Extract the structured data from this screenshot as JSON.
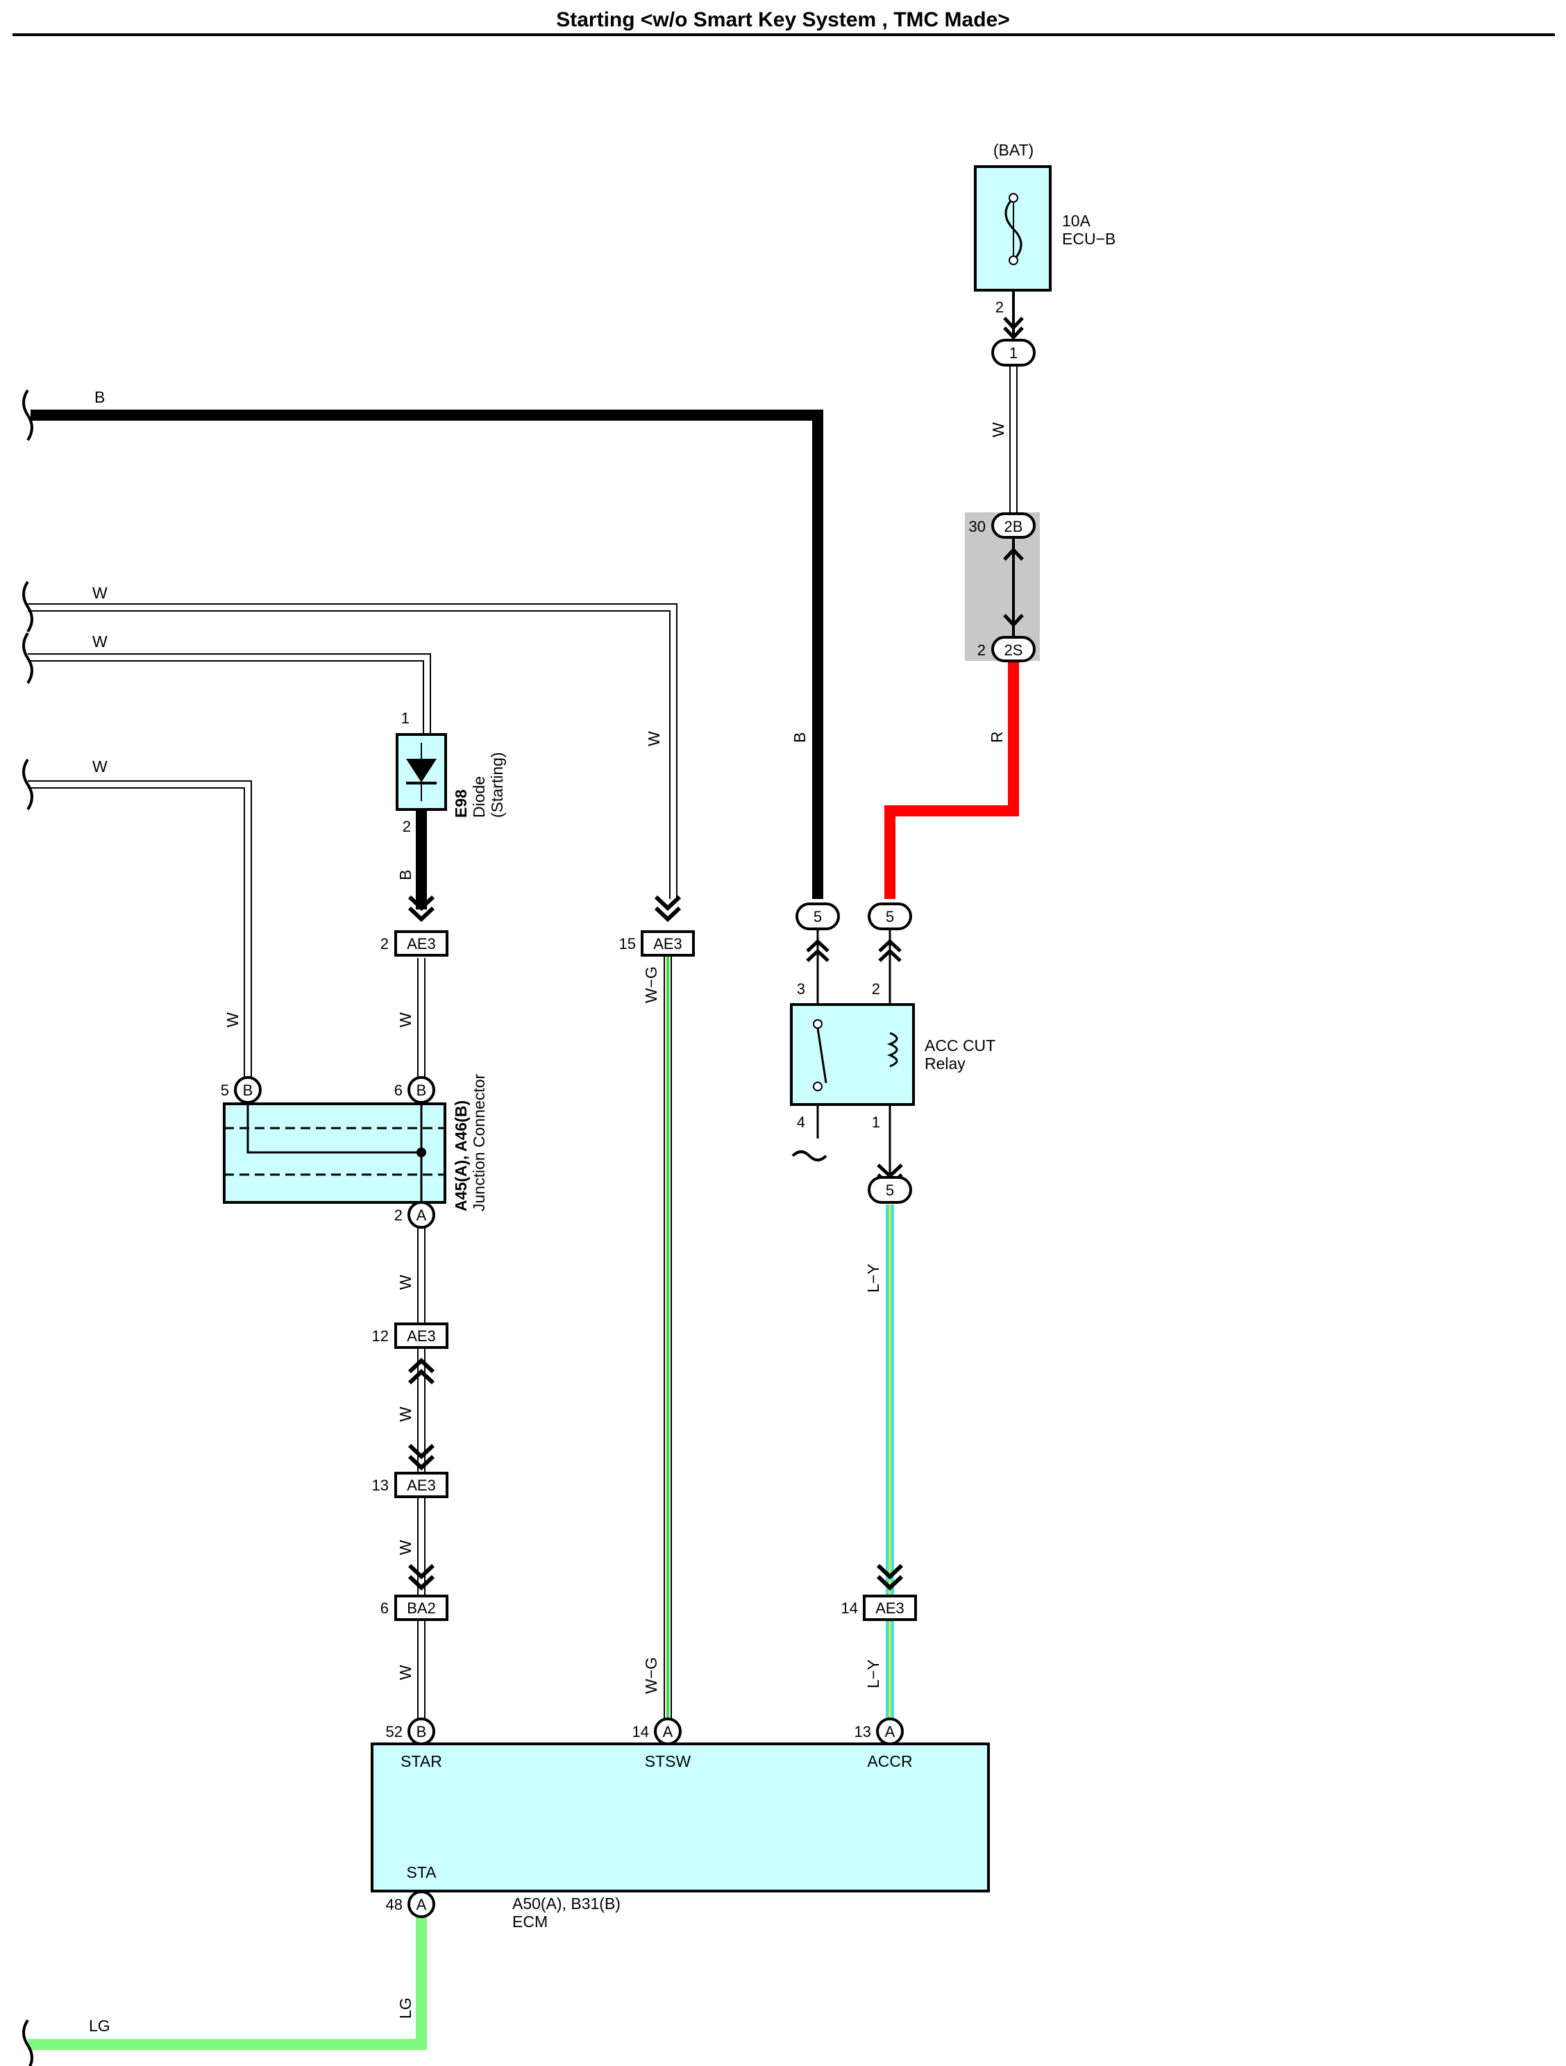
{
  "title": "Starting <w/o Smart Key System , TMC Made>",
  "colors": {
    "B": "#000000",
    "W": "#a0a0a0",
    "R": "#ff0000",
    "LG": "#7dfa7d",
    "W-G": "#3ed83e",
    "L-Y": "#3ee0f0",
    "L-Y-stripe": "#f0f000",
    "component_fill": "#ccffff",
    "junction_block_fill": "#c8c8c8"
  },
  "fuse": {
    "source": "(BAT)",
    "rating": "10A",
    "name": "ECU−B",
    "pin_out": "2",
    "connector": "1"
  },
  "junction_block": {
    "pin_top": "30",
    "label_top": "2B",
    "pin_bottom": "2",
    "label_bottom": "2S"
  },
  "wires": {
    "b_top": "B",
    "w1": "W",
    "w2": "W",
    "w3": "W",
    "w_fuse": "W",
    "r_relay": "R",
    "b_relay": "B",
    "w_stsw": "W",
    "b_diode": "B",
    "w_diode_jc": "W",
    "w_jc_left": "W",
    "w_jc_ae3_12": "W",
    "w_ae3_12_13": "W",
    "w_ae3_13_ba2": "W",
    "w_ba2_ecm": "W",
    "wg_upper": "W−G",
    "wg_lower": "W−G",
    "ly_upper": "L−Y",
    "ly_lower": "L−Y",
    "lg": "LG"
  },
  "diode": {
    "id": "E98",
    "name": "Diode",
    "sub": "(Starting)",
    "pin_in": "1",
    "pin_out": "2"
  },
  "connectors": {
    "ae3_2": {
      "pin": "2",
      "label": "AE3"
    },
    "ae3_15": {
      "pin": "15",
      "label": "AE3"
    },
    "ae3_12": {
      "pin": "12",
      "label": "AE3"
    },
    "ae3_13": {
      "pin": "13",
      "label": "AE3"
    },
    "ba2_6": {
      "pin": "6",
      "label": "BA2"
    },
    "ae3_14": {
      "pin": "14",
      "label": "AE3"
    },
    "relay_in_left": "5",
    "relay_in_right": "5",
    "relay_out": "5"
  },
  "relay": {
    "name": "ACC CUT",
    "name2": "Relay",
    "pin3": "3",
    "pin2": "2",
    "pin4": "4",
    "pin1": "1"
  },
  "junction_connector": {
    "id": "A45(A), A46(B)",
    "name": "Junction Connector",
    "pin5": "5",
    "pin5_label": "B",
    "pin6": "6",
    "pin6_label": "B",
    "pin2": "2",
    "pin2_label": "A"
  },
  "ecm": {
    "id": "A50(A), B31(B)",
    "name": "ECM",
    "pin52": "52",
    "pin52_label": "B",
    "term_star": "STAR",
    "pin14": "14",
    "pin14_label": "A",
    "term_stsw": "STSW",
    "pin13": "13",
    "pin13_label": "A",
    "term_accr": "ACCR",
    "pin48": "48",
    "pin48_label": "A",
    "term_sta": "STA"
  }
}
